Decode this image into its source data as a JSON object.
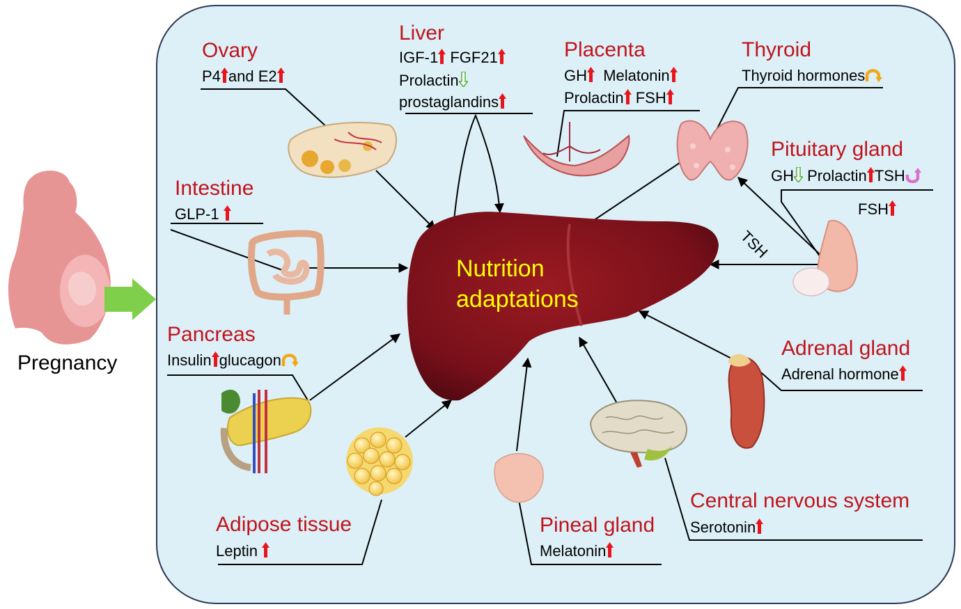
{
  "center_label": [
    "Nutrition",
    "adaptations"
  ],
  "pregnancy_label": "Pregnancy",
  "arrow_label": "TSH",
  "colors": {
    "panel_fill": "#ddf0f8",
    "title_red": "#c0141c",
    "center_text": "#ffff00",
    "arrow_up": "#e8141c",
    "arrow_down": "#4caf3a",
    "oscillate_orange": "#f0a818",
    "oscillate_pink": "#d870d0",
    "liver": "#7a0e16",
    "pregnancy_arrow": "#7fcf4a"
  },
  "organs": {
    "ovary": {
      "title": "Ovary",
      "p4": "P4",
      "and_e2": "and E2"
    },
    "liver": {
      "title": "Liver",
      "igf1": "IGF-1",
      "fgf21": "FGF21",
      "prolactin": "Prolactin",
      "prostaglandins": "prostaglandins"
    },
    "placenta": {
      "title": "Placenta",
      "gh": "GH",
      "melatonin": "Melatonin",
      "prolactin": "Prolactin",
      "fsh": "FSH"
    },
    "thyroid": {
      "title": "Thyroid",
      "hormones": "Thyroid hormones"
    },
    "pituitary": {
      "title": "Pituitary gland",
      "gh": "GH",
      "prolactin": "Prolactin",
      "tsh": "TSH",
      "fsh": "FSH"
    },
    "intestine": {
      "title": "Intestine",
      "glp1": "GLP-1"
    },
    "pancreas": {
      "title": "Pancreas",
      "insulin": "Insulin",
      "glucagon": "glucagon"
    },
    "adrenal": {
      "title": "Adrenal gland",
      "hormone": "Adrenal hormone"
    },
    "adipose": {
      "title": "Adipose tissue",
      "leptin": "Leptin"
    },
    "pineal": {
      "title": "Pineal gland",
      "melatonin": "Melatonin"
    },
    "cns": {
      "title": "Central nervous system",
      "serotonin": "Serotonin"
    }
  }
}
